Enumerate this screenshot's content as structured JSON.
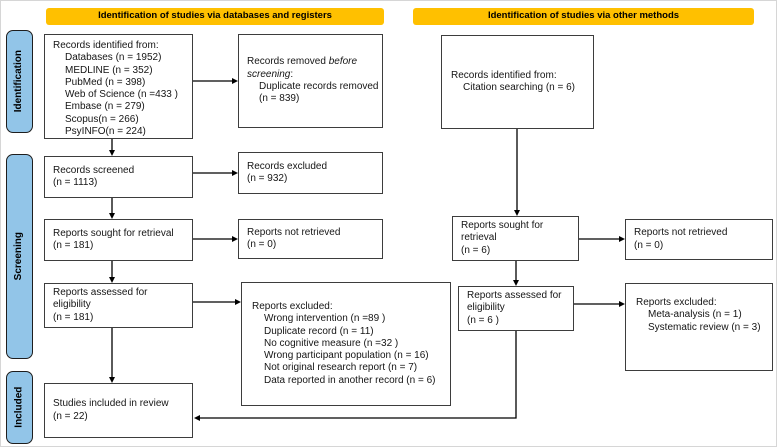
{
  "banners": {
    "databases": "Identification of studies via databases and registers",
    "other": "Identification of studies via other methods"
  },
  "sidebar": {
    "identification": "Identification",
    "screening": "Screening",
    "included": "Included"
  },
  "colors": {
    "banner_fill": "#FFC000",
    "sidebar_fill": "#92C5E8",
    "box_border": "#3d3d3d",
    "arrow": "#000000"
  },
  "boxes": {
    "records_identified_db": {
      "title": "Records identified from:",
      "items": [
        "Databases (n = 1952)",
        "MEDLINE (n = 352)",
        "PubMed (n = 398)",
        "Web of Science (n =433 )",
        "Embase (n = 279)",
        "Scopus(n = 266)",
        "PsyINFO(n = 224)"
      ]
    },
    "records_removed": {
      "text_normal": "Records removed ",
      "text_italic": "before screening",
      "text_suffix": ":",
      "item": "Duplicate records removed  (n = 839)"
    },
    "records_screened": {
      "line1": "Records screened",
      "line2": "(n = 1113)"
    },
    "records_excluded": {
      "line1": "Records excluded",
      "line2": "(n = 932)"
    },
    "reports_sought_db": {
      "line1": "Reports sought for retrieval",
      "line2": "(n = 181)"
    },
    "reports_not_retrieved_db": {
      "line1": "Reports not retrieved",
      "line2": "(n = 0)"
    },
    "reports_assessed_db": {
      "line1": "Reports assessed for",
      "line2": "eligibility",
      "line3": "(n = 181)"
    },
    "reports_excluded_db": {
      "title": "Reports excluded:",
      "items": [
        "Wrong intervention (n =89 )",
        "Duplicate record (n = 11)",
        "No cognitive measure (n =32 )",
        "Wrong participant population (n = 16)",
        "Not original research report (n = 7)",
        "Data reported in another record (n = 6)"
      ]
    },
    "studies_included": {
      "line1": "Studies included in review",
      "line2": "(n = 22)"
    },
    "records_identified_other": {
      "title": "Records identified from:",
      "items": [
        "Citation searching (n = 6)"
      ]
    },
    "reports_sought_other": {
      "line1": "Reports sought for",
      "line2": "retrieval",
      "line3": "(n = 6)"
    },
    "reports_not_retrieved_other": {
      "line1": "Reports not retrieved",
      "line2": "(n = 0)"
    },
    "reports_assessed_other": {
      "line1": "Reports assessed for",
      "line2": "eligibility",
      "line3": "(n = 6 )"
    },
    "reports_excluded_other": {
      "title": "Reports excluded:",
      "items": [
        "Meta-analysis (n = 1)",
        "Systematic review (n = 3)"
      ]
    }
  }
}
